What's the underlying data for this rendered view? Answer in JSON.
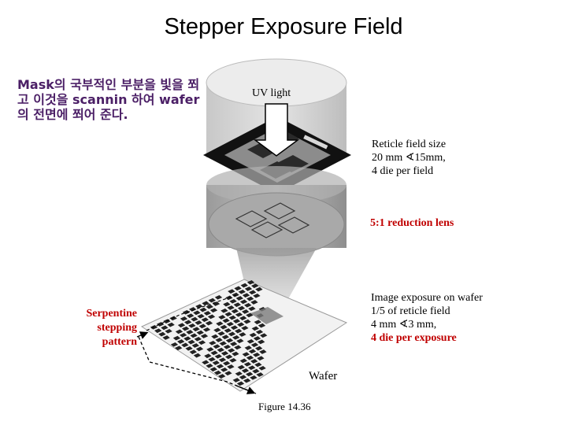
{
  "title": "Stepper Exposure Field",
  "description": "Mask의 국부적인 부분을 빛을 쬐고 이것을 scannin 하여 wafer의 전면에 쬐어 준다.",
  "labels": {
    "uv_light": "UV light",
    "reticle_line1": "Reticle field size",
    "reticle_line2": "20 mm ∢15mm,",
    "reticle_line3": "4 die per field",
    "lens": "5:1 reduction lens",
    "image_line1": "Image exposure on wafer",
    "image_line2": "1/5 of reticle field",
    "image_line3": "4 mm ∢3 mm,",
    "image_line4": "4 die per exposure",
    "serpentine_line1": "Serpentine",
    "serpentine_line2": "stepping",
    "serpentine_line3": "pattern",
    "wafer": "Wafer",
    "figure": "Figure 14.36"
  },
  "colors": {
    "description_text": "#4b1f66",
    "highlight_text": "#c00000",
    "die": "#222222"
  }
}
